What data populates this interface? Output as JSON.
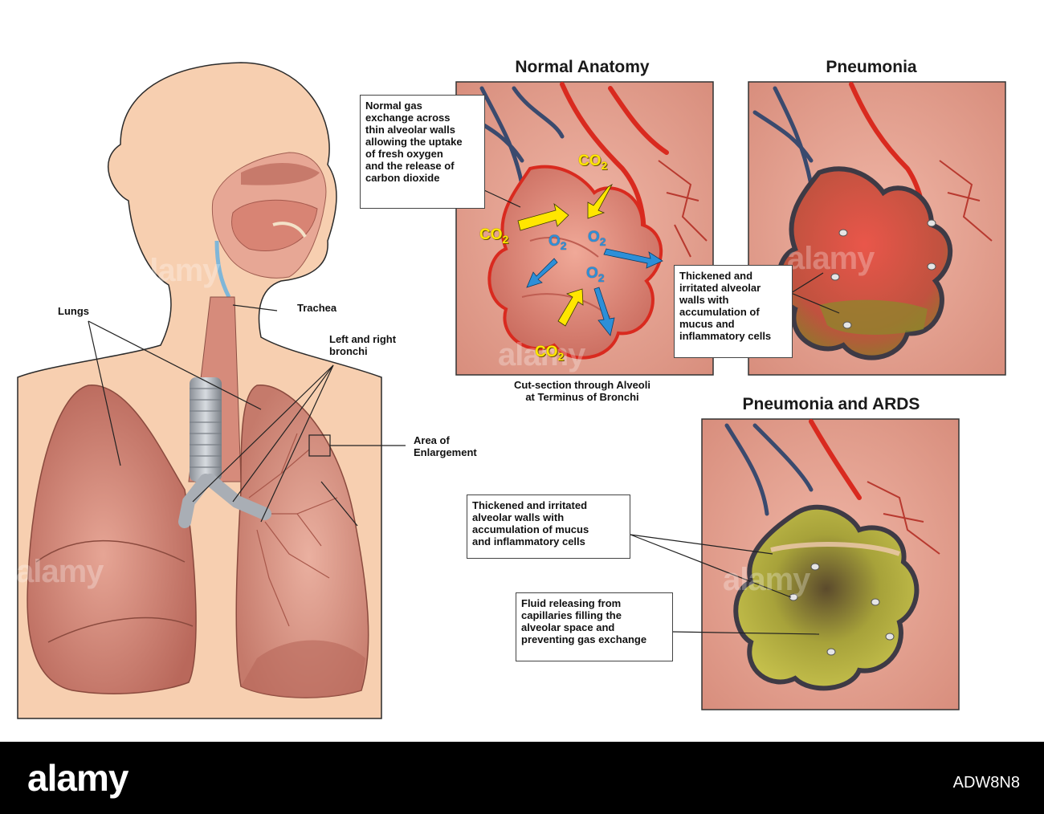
{
  "titles": {
    "normal": "Normal Anatomy",
    "pneumonia": "Pneumonia",
    "ards": "Pneumonia and ARDS"
  },
  "labels": {
    "lungs": "Lungs",
    "trachea": "Trachea",
    "bronchi": "Left and right\nbronchi",
    "enlargement": "Area of\nEnlargement",
    "cut_section": "Cut-section through Alveoli\nat Terminus of Bronchi"
  },
  "callouts": {
    "normal_gas": "Normal gas\nexchange across\nthin alveolar walls\nallowing the uptake\nof fresh oxygen\nand the release of\ncarbon dioxide",
    "pneumonia_walls": "Thickened and\nirritated alveolar\nwalls with\naccumulation of\nmucus and\ninflammatory cells",
    "ards_walls": "Thickened and irritated\nalveolar walls with\naccumulation of mucus\nand inflammatory cells",
    "ards_fluid": "Fluid releasing from\ncapillaries filling the\nalveolar space and\npreventing gas exchange"
  },
  "gases": {
    "co2_base": "CO",
    "co2_sub": "2",
    "o2_base": "O",
    "o2_sub": "2"
  },
  "watermark": {
    "brand": "alamy",
    "image_id": "ADW8N8"
  },
  "colors": {
    "skin": "#f7cfb0",
    "lung": "#d88f7c",
    "tissue": "#e9a796",
    "artery": "#d92a1f",
    "vein": "#3a4a6e",
    "co2": "#ffe600",
    "o2": "#2d8fd8",
    "fluid": "#9f9a2f"
  }
}
